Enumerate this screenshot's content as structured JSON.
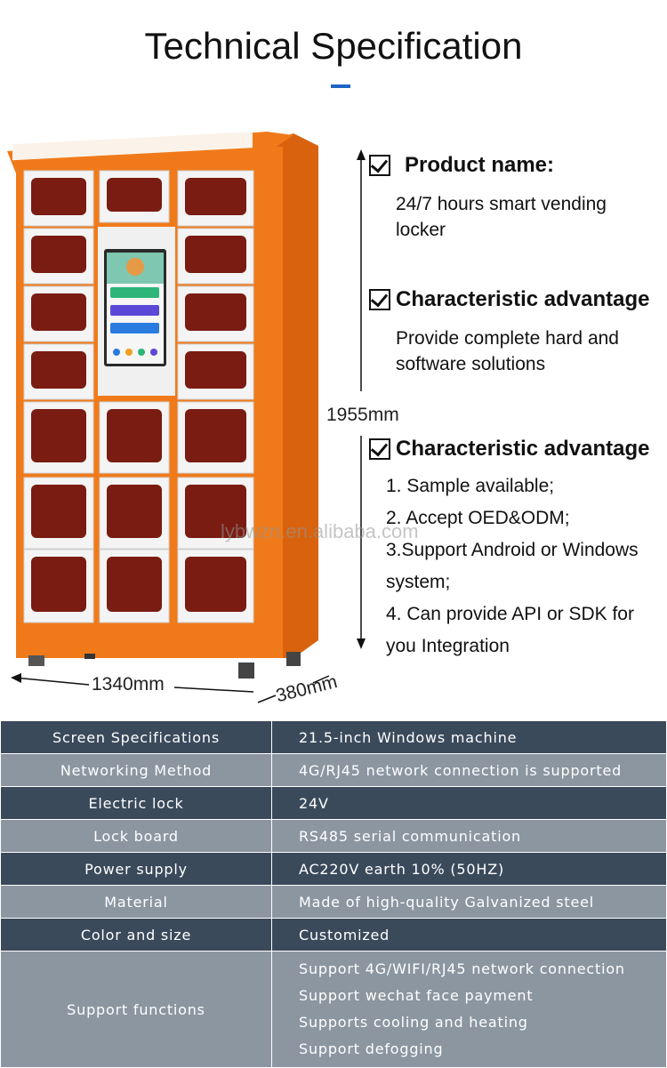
{
  "header": {
    "title": "Technical Specification"
  },
  "features": [
    {
      "heading": "Product name:",
      "text": [
        "24/7 hours smart vending",
        "locker"
      ]
    },
    {
      "heading": "Characteristic advantage",
      "text": [
        "Provide complete hard and",
        "software solutions"
      ]
    },
    {
      "heading": "Characteristic advantage",
      "items": [
        "1. Sample available;",
        "2. Accept OED&ODM;",
        "3.Support Android or Windows",
        "system;",
        "4. Can provide API or SDK for",
        "you Integration"
      ]
    }
  ],
  "dimensions": {
    "height": "1955mm",
    "width": "1340mm",
    "depth": "380mm"
  },
  "watermark": "lybwzn.en.alibaba.com",
  "colors": {
    "locker_orange": "#f07a1a",
    "door_white": "#f4f4f4",
    "compartment": "#7a1c12",
    "table_dark": "#3a4a5b",
    "table_light": "#8b96a1",
    "accent": "#1f63c6"
  },
  "specs": [
    {
      "key": "Screen Specifications",
      "value": "21.5-inch Windows machine"
    },
    {
      "key": "Networking Method",
      "value": "4G/RJ45 network connection is supported"
    },
    {
      "key": "Electric lock",
      "value": "24V"
    },
    {
      "key": "Lock board",
      "value": "RS485 serial communication"
    },
    {
      "key": "Power supply",
      "value": "AC220V earth 10% (50HZ)"
    },
    {
      "key": "Material",
      "value": "Made of high-quality Galvanized steel"
    },
    {
      "key": "Color and size",
      "value": "Customized"
    },
    {
      "key": "Support functions",
      "values": [
        "Support 4G/WIFI/RJ45 network connection",
        "Support wechat face payment",
        "Supports cooling and heating",
        "Support defogging"
      ]
    }
  ]
}
